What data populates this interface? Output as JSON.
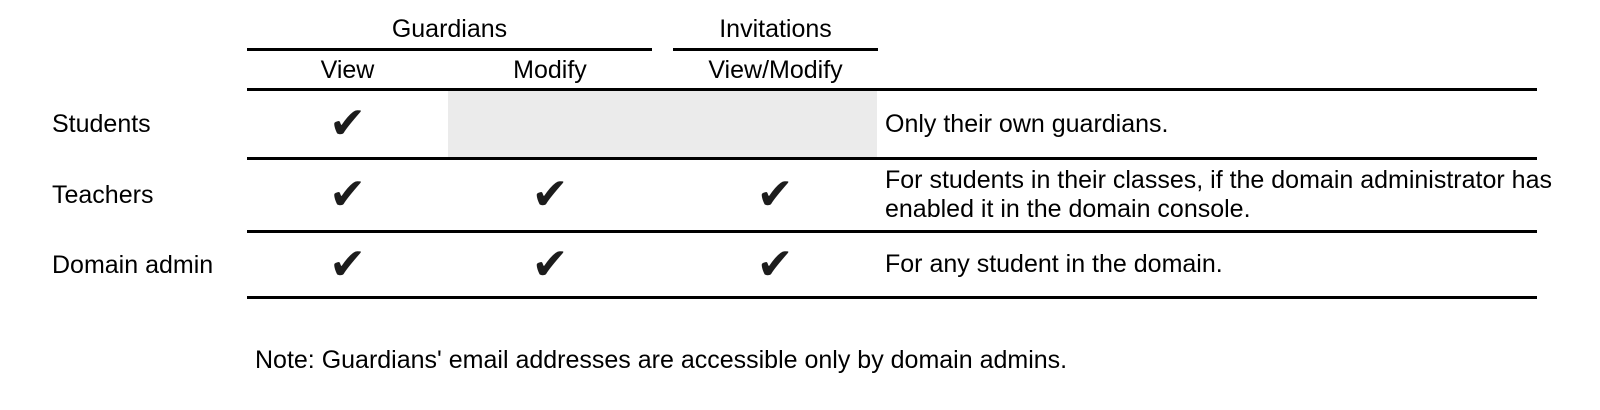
{
  "table": {
    "column_groups": [
      {
        "label": "Guardians",
        "subcolumns": [
          "View",
          "Modify"
        ]
      },
      {
        "label": "Invitations",
        "subcolumns": [
          "View/Modify"
        ]
      }
    ],
    "rows": [
      {
        "label": "Students",
        "view": "✔",
        "modify": "",
        "invitations": "",
        "note": "Only their own guardians."
      },
      {
        "label": "Teachers",
        "view": "✔",
        "modify": "✔",
        "invitations": "✔",
        "note": "For students in their classes, if the domain administrator has enabled it in the domain console."
      },
      {
        "label": "Domain admin",
        "view": "✔",
        "modify": "✔",
        "invitations": "✔",
        "note": "For any student in the domain."
      }
    ]
  },
  "footnote": "Note: Guardians' email addresses are accessible only by domain admins.",
  "colors": {
    "disabled_cell_bg": "#ebebeb",
    "rule": "#000000",
    "text": "#000000",
    "check": "#1c1c1c"
  }
}
